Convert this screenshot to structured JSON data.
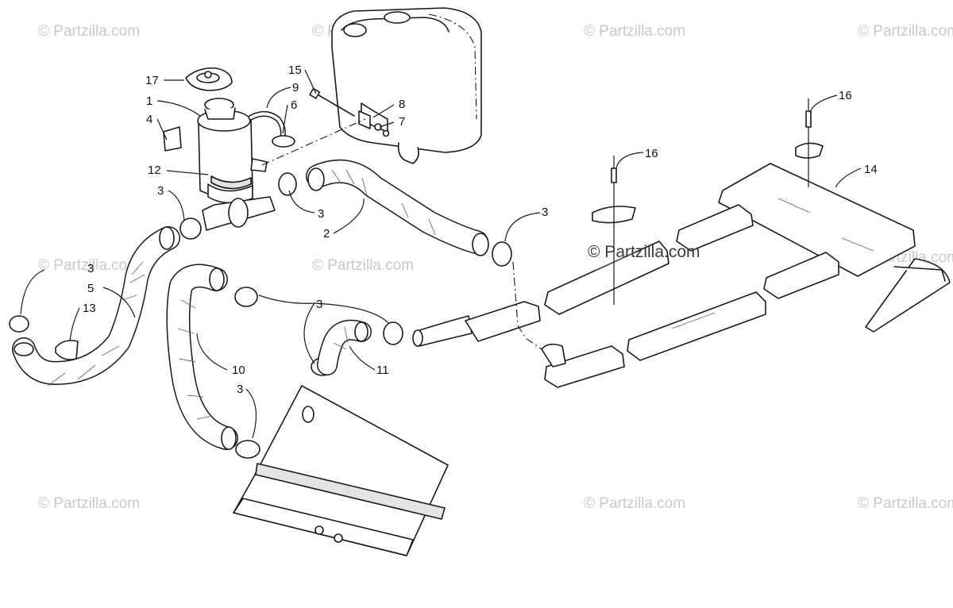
{
  "watermark": {
    "text": "© Partzilla.com",
    "center_text": "© Partzilla.com"
  },
  "callouts": {
    "c1": "1",
    "c2": "2",
    "c3a": "3",
    "c3b": "3",
    "c3c": "3",
    "c3d": "3",
    "c3e": "3",
    "c3f": "3",
    "c4": "4",
    "c5": "5",
    "c6": "6",
    "c7": "7",
    "c8": "8",
    "c9": "9",
    "c10": "10",
    "c11": "11",
    "c12": "12",
    "c13": "13",
    "c14": "14",
    "c15": "15",
    "c16a": "16",
    "c16b": "16",
    "c17": "17"
  },
  "colors": {
    "line": "#1a1a1a",
    "watermark": "#c9c9c9",
    "shade": "#e4e4e4"
  }
}
